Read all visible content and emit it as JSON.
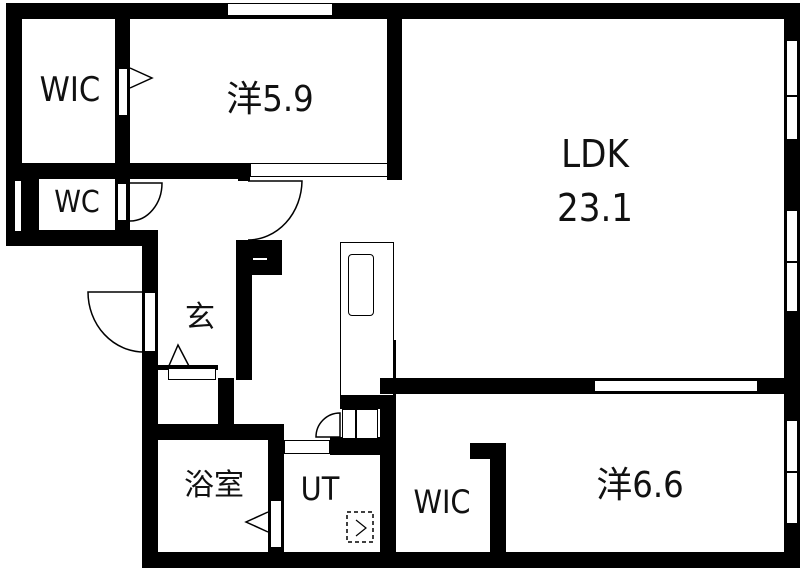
{
  "floor_plan": {
    "rooms": [
      {
        "id": "wic_nw",
        "label": "WIC"
      },
      {
        "id": "western_59",
        "label": "洋5.9"
      },
      {
        "id": "ldk_name",
        "label": "LDK"
      },
      {
        "id": "ldk_area",
        "label": "23.1"
      },
      {
        "id": "wc",
        "label": "WC"
      },
      {
        "id": "entrance",
        "label": "玄"
      },
      {
        "id": "bath",
        "label": "浴室"
      },
      {
        "id": "ut",
        "label": "UT"
      },
      {
        "id": "wic_se",
        "label": "WIC"
      },
      {
        "id": "western_66",
        "label": "洋6.6"
      }
    ],
    "colors": {
      "wall": "#000000",
      "background": "#ffffff"
    }
  }
}
